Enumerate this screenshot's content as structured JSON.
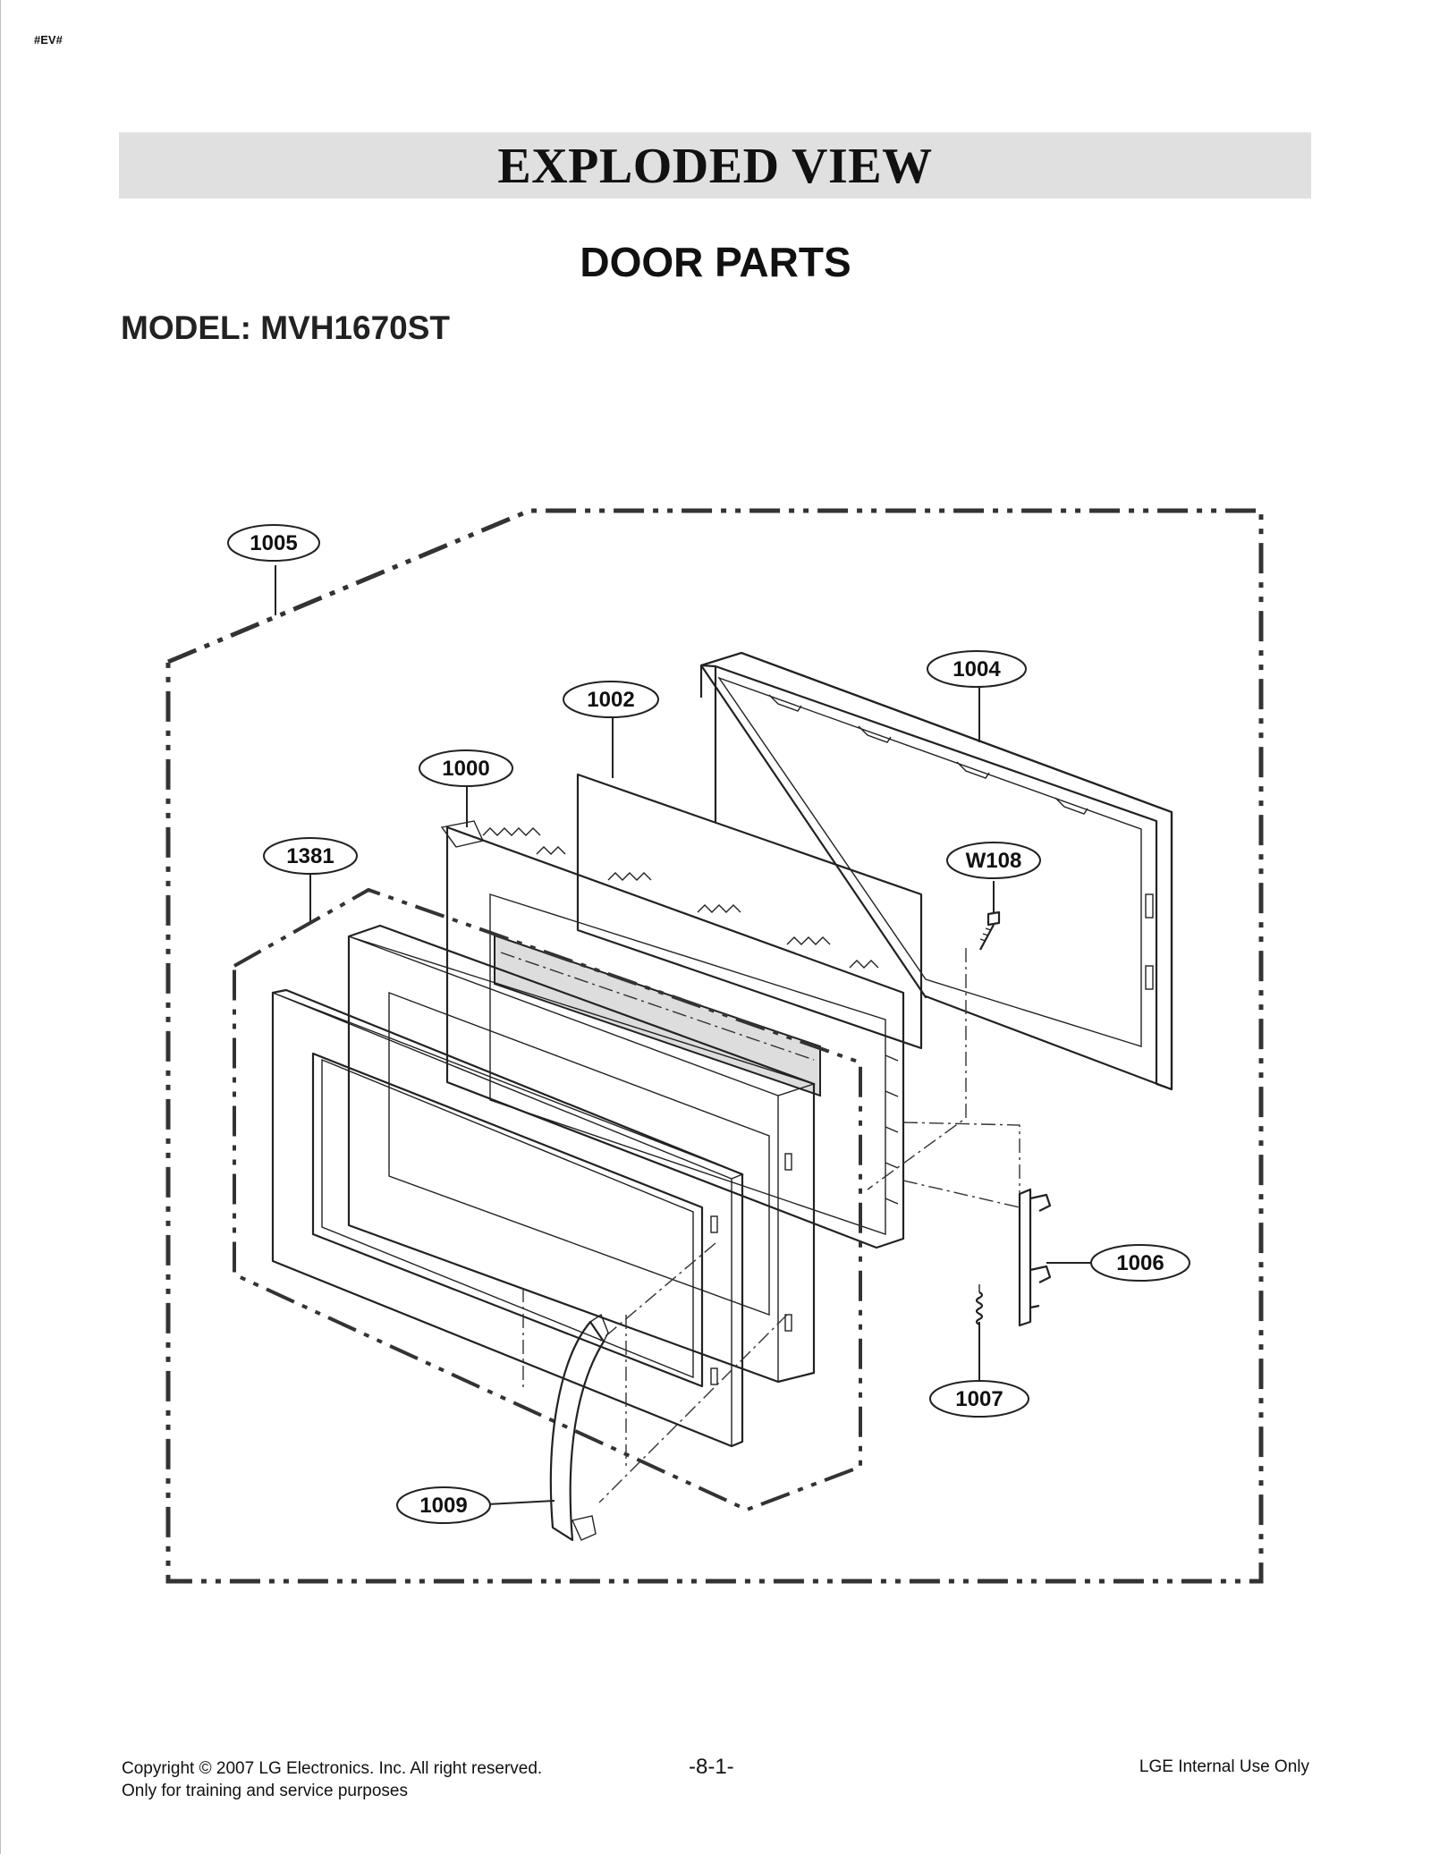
{
  "header": {
    "doc_code": "#EV#",
    "title": "EXPLODED VIEW",
    "subtitle": "DOOR PARTS",
    "model": "MODEL: MVH1670ST"
  },
  "diagram": {
    "callouts": [
      {
        "id": "1005",
        "label": "1005"
      },
      {
        "id": "1004",
        "label": "1004"
      },
      {
        "id": "1002",
        "label": "1002"
      },
      {
        "id": "1000",
        "label": "1000"
      },
      {
        "id": "1381",
        "label": "1381"
      },
      {
        "id": "W108",
        "label": "W108"
      },
      {
        "id": "1006",
        "label": "1006"
      },
      {
        "id": "1007",
        "label": "1007"
      },
      {
        "id": "1009",
        "label": "1009"
      }
    ]
  },
  "footer": {
    "copyright": "Copyright © 2007 LG Electronics. Inc. All right reserved.",
    "purpose": "Only for training and service purposes",
    "page_number": "-8-1-",
    "classification": "LGE Internal Use Only"
  }
}
